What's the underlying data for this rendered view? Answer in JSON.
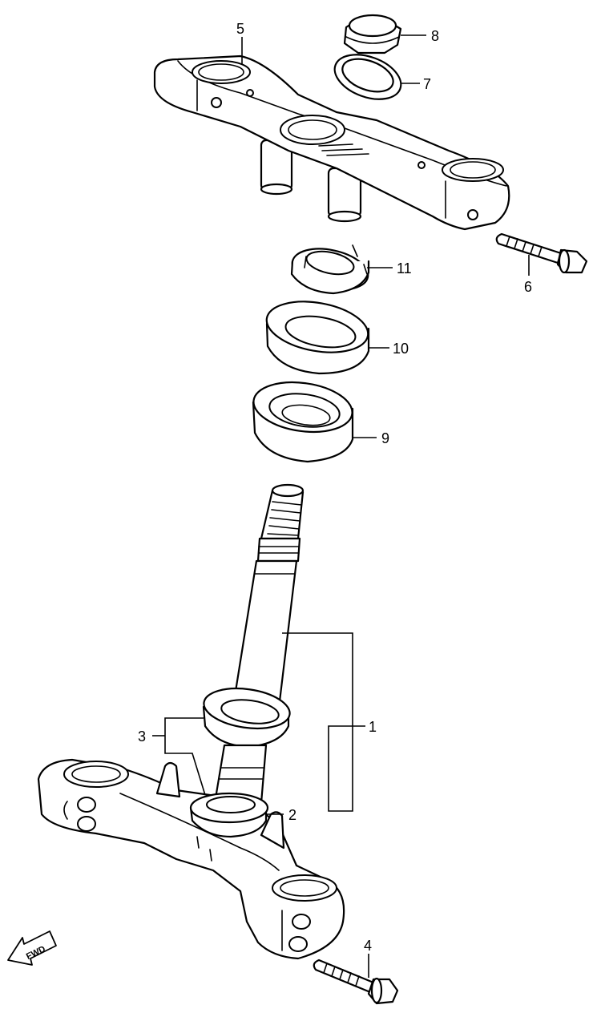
{
  "callouts": {
    "c1": "1",
    "c2": "2",
    "c3": "3",
    "c4": "4",
    "c5": "5",
    "c6": "6",
    "c7": "7",
    "c8": "8",
    "c9": "9",
    "c10": "10",
    "c11": "11"
  },
  "direction_indicator": {
    "label": "FWD",
    "icon": "fwd-arrow-icon"
  },
  "colors": {
    "line": "#000000",
    "background": "#ffffff"
  }
}
